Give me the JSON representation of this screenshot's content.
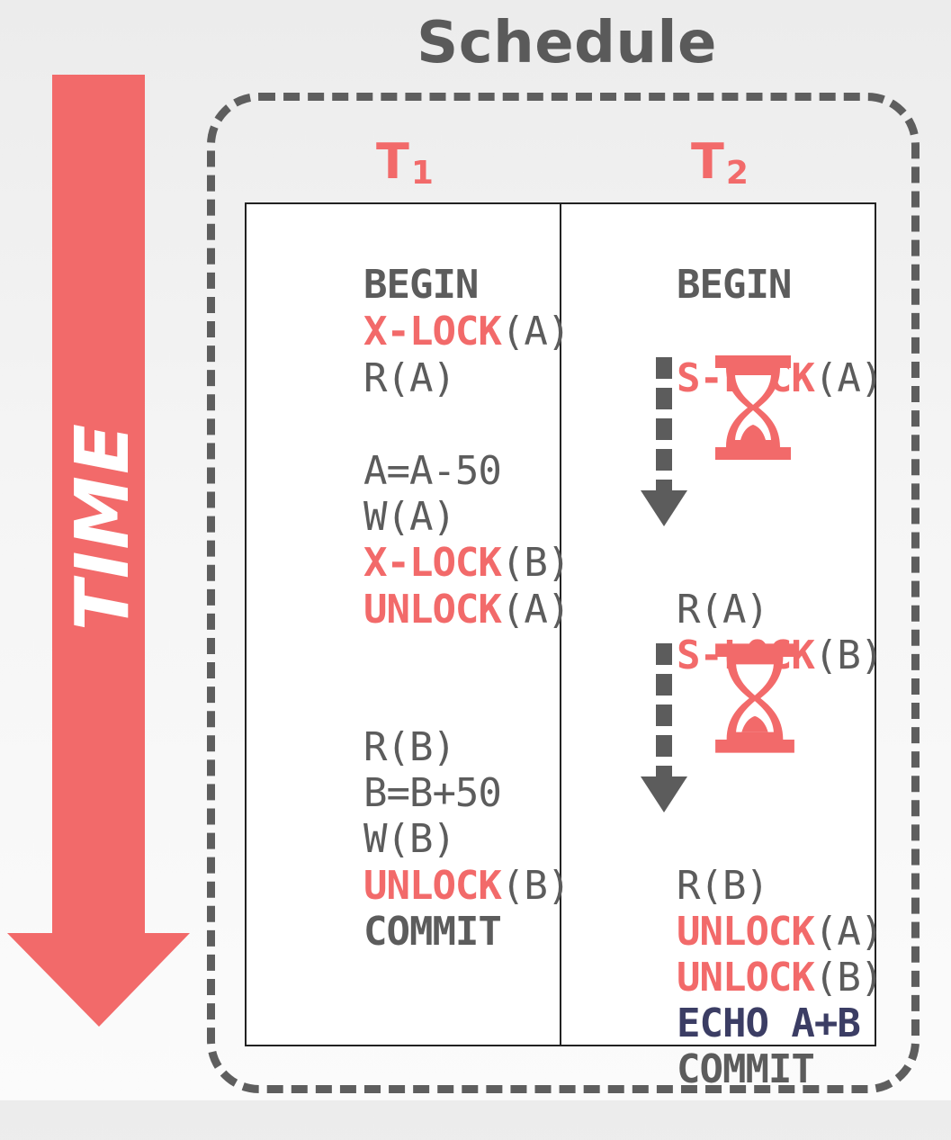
{
  "title": "Schedule",
  "time_label": "TIME",
  "colors": {
    "accent_red": "#f26a6a",
    "text_gray": "#5c5c5c",
    "echo_navy": "#3b3d64",
    "border_gray": "#5e5e5e"
  },
  "transactions": [
    {
      "name": "T",
      "sub": "1"
    },
    {
      "name": "T",
      "sub": "2"
    }
  ],
  "t1": {
    "begin": "BEGIN",
    "xlock_a_kw": "X-LOCK",
    "xlock_a_arg": "(A)",
    "read_a": "R(A)",
    "assign_a": "A=A-50",
    "write_a": "W(A)",
    "xlock_b_kw": "X-LOCK",
    "xlock_b_arg": "(B)",
    "unlock_a_kw": "UNLOCK",
    "unlock_a_arg": "(A)",
    "read_b": "R(B)",
    "assign_b": "B=B+50",
    "write_b": "W(B)",
    "unlock_b_kw": "UNLOCK",
    "unlock_b_arg": "(B)",
    "commit": "COMMIT"
  },
  "t2": {
    "begin": "BEGIN",
    "slock_a_kw": "S-LOCK",
    "slock_a_arg": "(A)",
    "read_a": "R(A)",
    "slock_b_kw": "S-LOCK",
    "slock_b_arg": "(B)",
    "read_b": "R(B)",
    "unlock_a_kw": "UNLOCK",
    "unlock_a_arg": "(A)",
    "unlock_b_kw": "UNLOCK",
    "unlock_b_arg": "(B)",
    "echo": "ECHO A+B",
    "commit": "COMMIT"
  },
  "icons": {
    "time_arrow": "down-arrow",
    "wait": "hourglass",
    "wait_arrow": "dotted-down-arrow"
  }
}
